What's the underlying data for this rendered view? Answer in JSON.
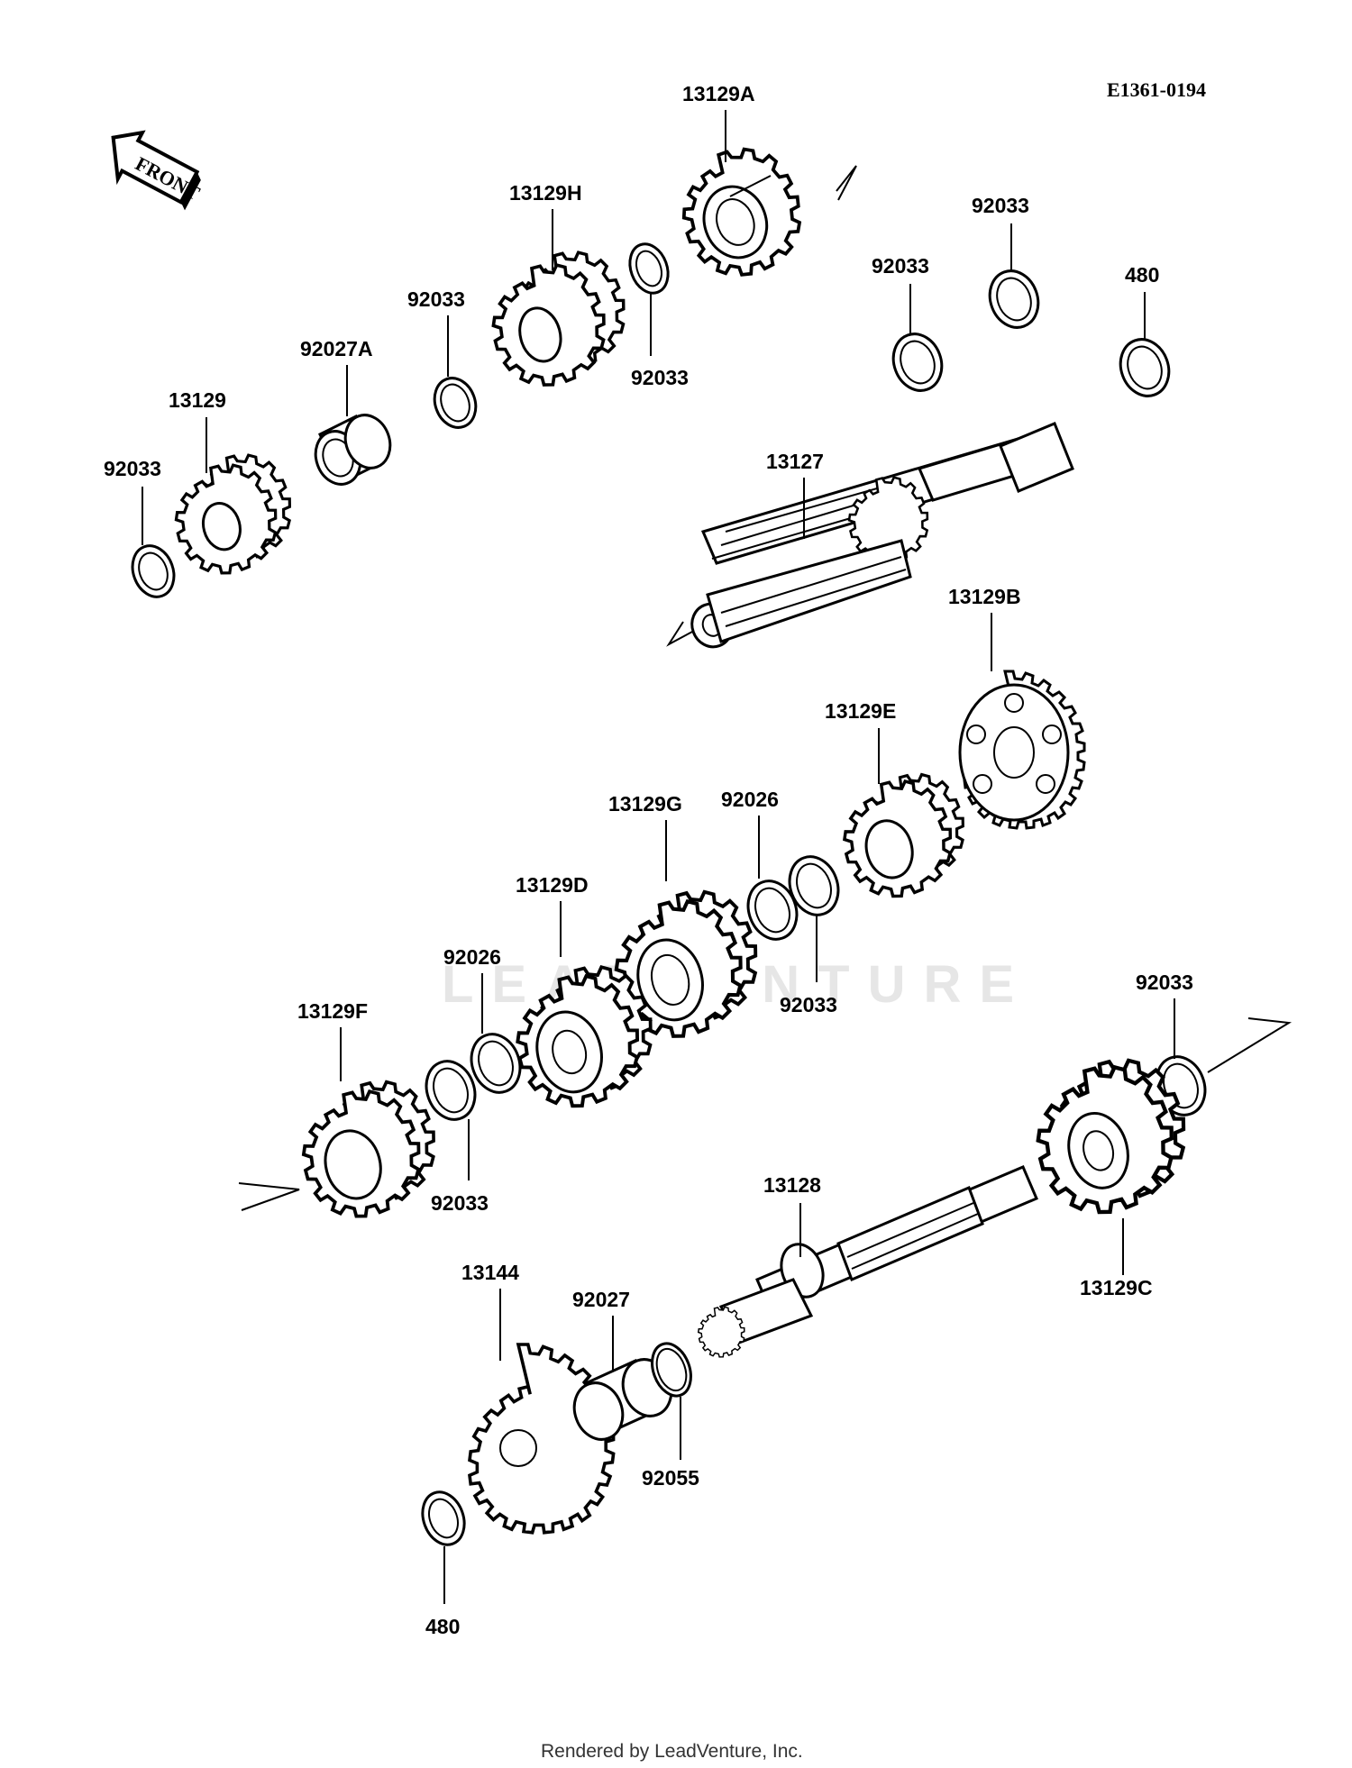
{
  "diagram": {
    "drawing_code": "E1361-0194",
    "front_badge": "FRONT",
    "watermark": "LEADVENTURE",
    "footer": "Rendered by LeadVenture, Inc.",
    "parts": [
      {
        "id": "p13129A",
        "label": "13129A"
      },
      {
        "id": "p13129H",
        "label": "13129H"
      },
      {
        "id": "p92033a",
        "label": "92033"
      },
      {
        "id": "p92033b",
        "label": "92033"
      },
      {
        "id": "p92033c",
        "label": "92033"
      },
      {
        "id": "p92033d",
        "label": "92033"
      },
      {
        "id": "p480a",
        "label": "480"
      },
      {
        "id": "p92027A",
        "label": "92027A"
      },
      {
        "id": "p13129",
        "label": "13129"
      },
      {
        "id": "p92033e",
        "label": "92033"
      },
      {
        "id": "p13127",
        "label": "13127"
      },
      {
        "id": "p13129B",
        "label": "13129B"
      },
      {
        "id": "p13129E",
        "label": "13129E"
      },
      {
        "id": "p13129G",
        "label": "13129G"
      },
      {
        "id": "p92026a",
        "label": "92026"
      },
      {
        "id": "p13129D",
        "label": "13129D"
      },
      {
        "id": "p92033f",
        "label": "92033"
      },
      {
        "id": "p92026b",
        "label": "92026"
      },
      {
        "id": "p13129F",
        "label": "13129F"
      },
      {
        "id": "p92033g",
        "label": "92033"
      },
      {
        "id": "p92033h",
        "label": "92033"
      },
      {
        "id": "p13128",
        "label": "13128"
      },
      {
        "id": "p13129C",
        "label": "13129C"
      },
      {
        "id": "p13144",
        "label": "13144"
      },
      {
        "id": "p92027",
        "label": "92027"
      },
      {
        "id": "p92055",
        "label": "92055"
      },
      {
        "id": "p480b",
        "label": "480"
      }
    ]
  }
}
